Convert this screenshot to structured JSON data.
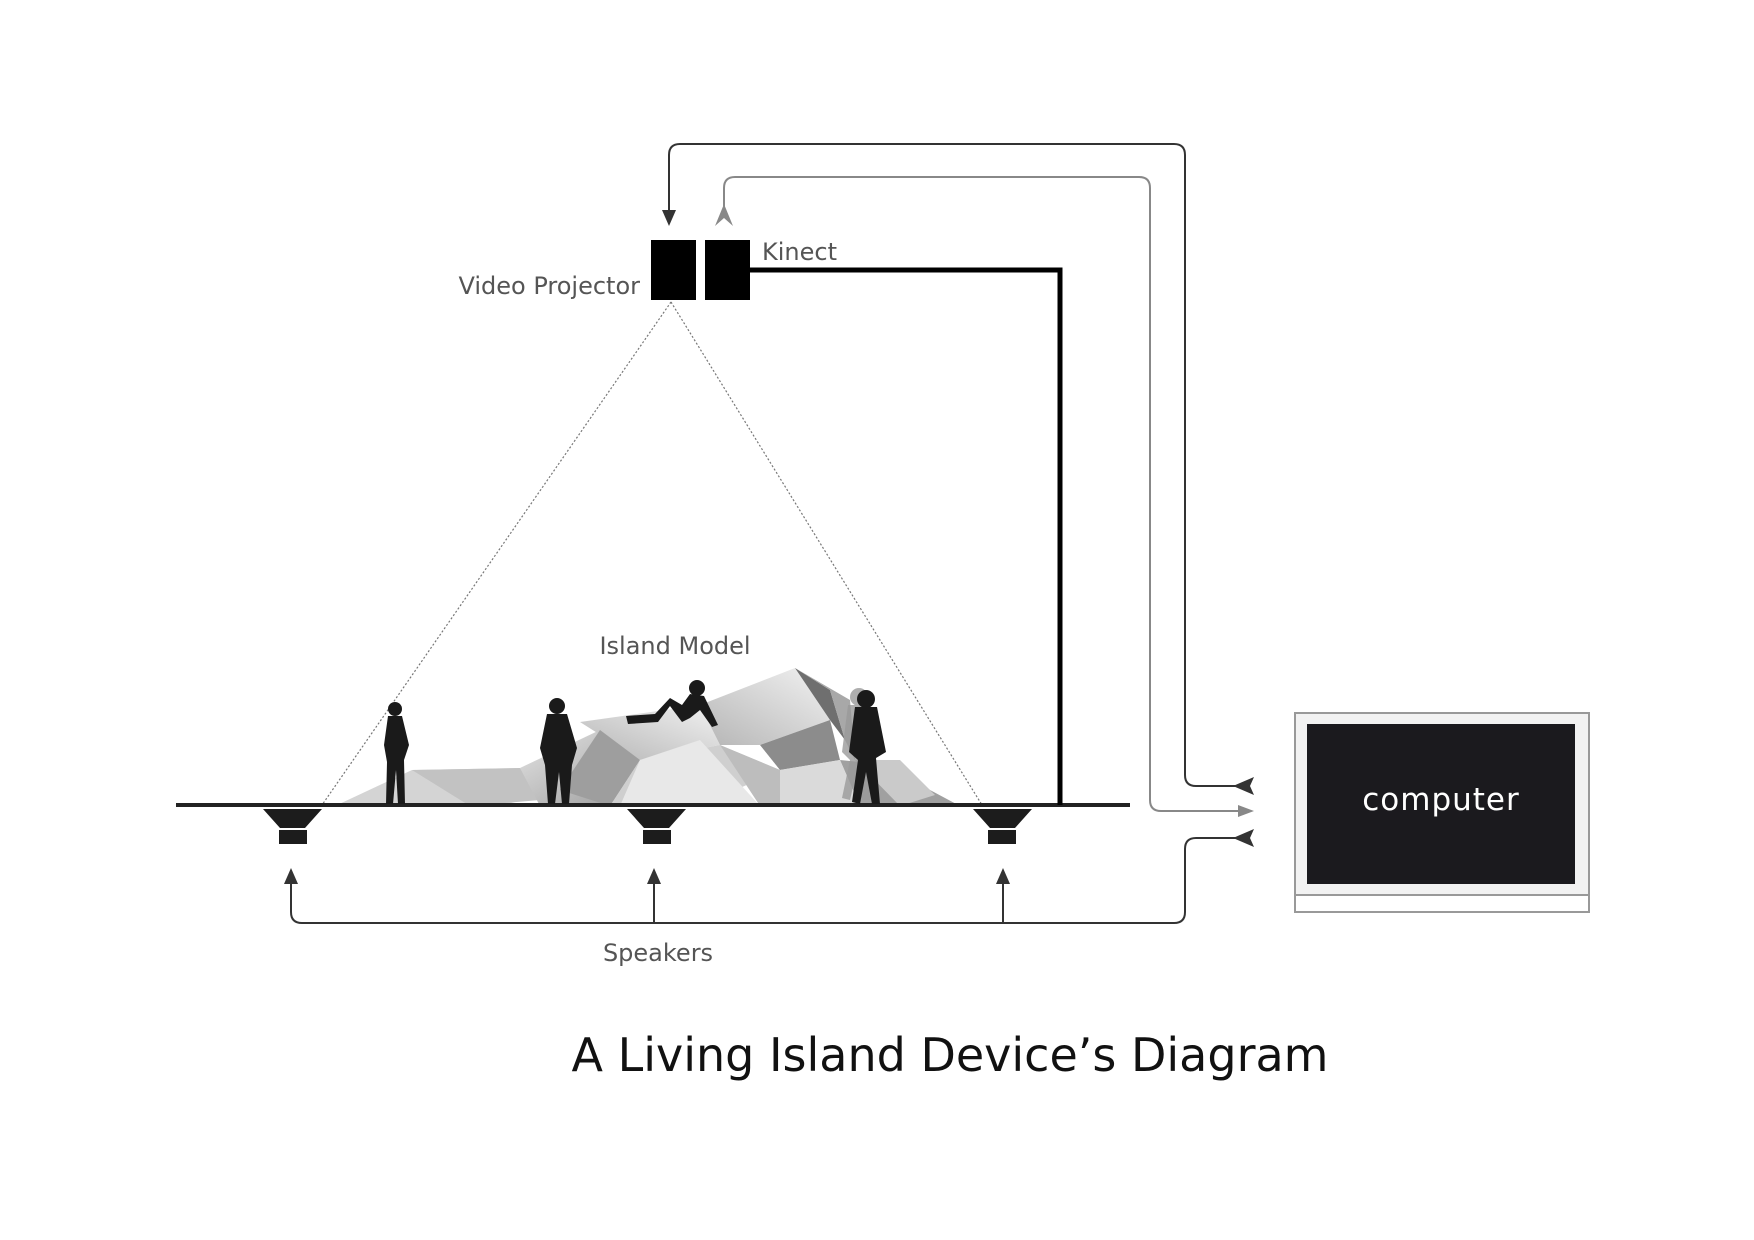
{
  "diagram": {
    "title": "A Living Island Device’s Diagram",
    "labels": {
      "video_projector": "Video Projector",
      "kinect": "Kinect",
      "island_model": "Island Model",
      "speakers": "Speakers",
      "computer": "computer"
    },
    "icons": {
      "projector": "projector-box-icon",
      "kinect": "kinect-box-icon",
      "speaker": "speaker-icon",
      "monitor": "monitor-icon",
      "person": "person-silhouette-icon"
    },
    "colors": {
      "ink": "#111111",
      "label": "#555555",
      "gray_line": "#888888",
      "screen": "#1b1a1e",
      "monitor_frame": "#f2f2f2"
    }
  }
}
